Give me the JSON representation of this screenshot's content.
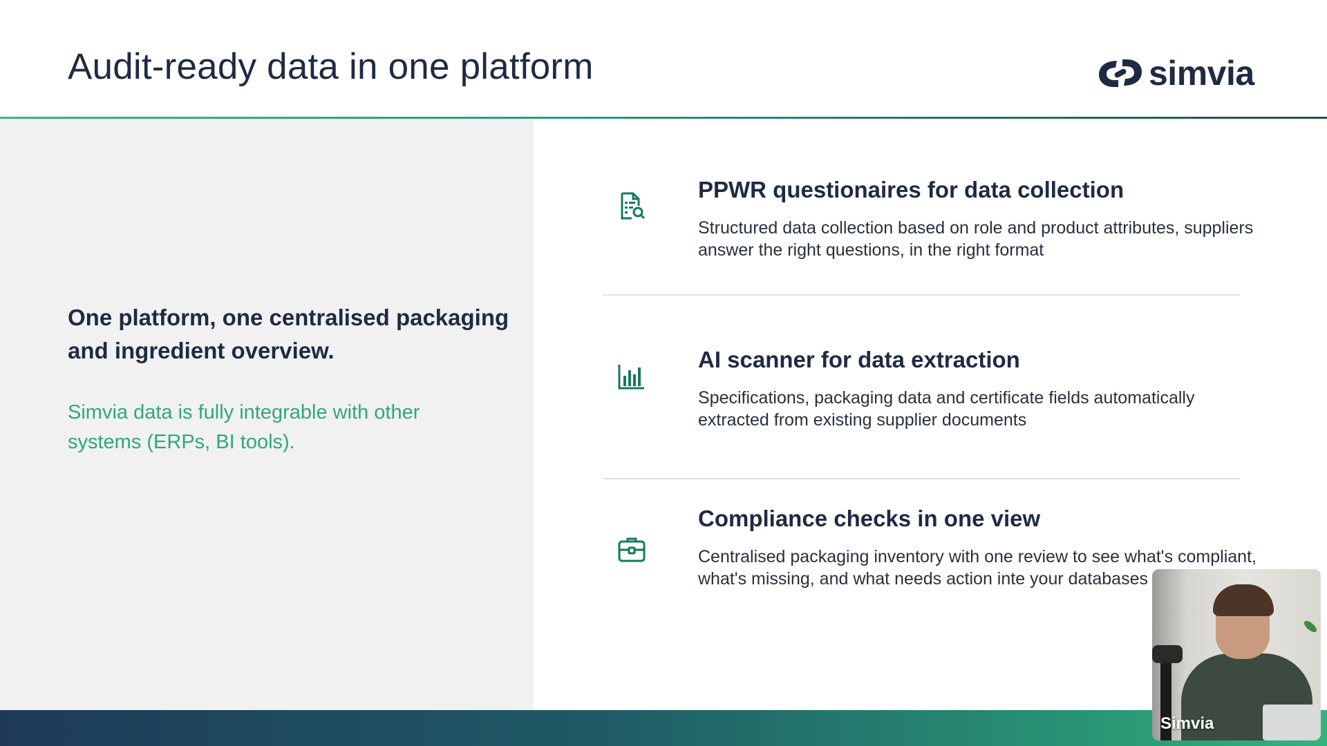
{
  "slide": {
    "title": "Audit-ready data in one platform",
    "logo_text": "simvia"
  },
  "left": {
    "headline": "One platform, one centralised packaging and ingredient overview.",
    "subtext": "Simvia data is fully integrable with other systems (ERPs, BI tools)."
  },
  "features": [
    {
      "icon": "document-search-icon",
      "title": "PPWR questionaires for data collection",
      "description": "Structured data collection based on role and product attributes, suppliers answer the right questions, in the right format"
    },
    {
      "icon": "bar-chart-icon",
      "title": "AI scanner for data extraction",
      "description": "Specifications, packaging data and certificate fields automatically extracted from existing supplier documents"
    },
    {
      "icon": "toolbox-icon",
      "title": "Compliance checks in one view",
      "description": "Centralised packaging inventory with one review to see what's compliant, what's missing, and what needs action inte your databases"
    }
  ],
  "video": {
    "participant_name": "Simvia"
  },
  "colors": {
    "navy": "#1f2a44",
    "accent_green": "#2fa879",
    "icon_green": "#14795c"
  }
}
